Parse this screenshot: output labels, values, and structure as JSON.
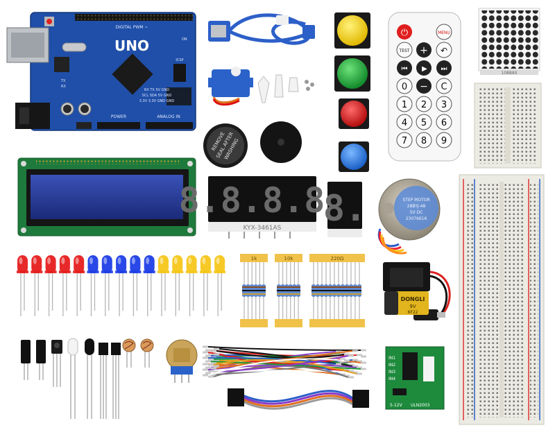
{
  "arduino": {
    "model": "UNO",
    "header_digital": "DIGITAL PWM ~",
    "power_label": "POWER",
    "analog_label": "ANALOG IN",
    "tx_label": "TX",
    "rx_label": "RX",
    "on_label": "ON",
    "pins_row1": "RX TX 5V GND",
    "pins_row2": "SCL SDA 5V GND",
    "pins_row3": "3.3V 3.3V GND GND",
    "chip_label": "ICSP"
  },
  "servo_label": "",
  "buzzer": {
    "sticker_line1": "REMOVE",
    "sticker_line2": "SEAL AFTER",
    "sticker_line3": "WASHING"
  },
  "seven_segment_4": {
    "digits": "8.8.8.8.",
    "part_number": "KYX-3461AS"
  },
  "seven_segment_1": {
    "digit": "8."
  },
  "stepper_motor": {
    "line1": "STEP MOTOR",
    "line2": "28BYJ-48",
    "line3": "5V DC",
    "line4": "23076616"
  },
  "remote": {
    "power_symbol": "⏻",
    "menu_label": "MENU",
    "test_label": "TEST",
    "plus": "+",
    "back_symbol": "↶",
    "rew_symbol": "⏮",
    "play_symbol": "▶",
    "ff_symbol": "⏭",
    "zero": "0",
    "minus": "−",
    "c_label": "C",
    "numbers": [
      "1",
      "2",
      "3",
      "4",
      "5",
      "6",
      "7",
      "8",
      "9"
    ]
  },
  "dot_matrix_label": "1088AS",
  "resistor_tape_labels": [
    "1k",
    "10k",
    "220Ω"
  ],
  "battery": {
    "brand": "DONGLI",
    "voltage": "9V",
    "type": "6F22"
  },
  "driver_board": {
    "inputs": [
      "IN1",
      "IN2",
      "IN3",
      "IN4"
    ],
    "power": "5-12V",
    "model": "ULN2003"
  },
  "colors": {
    "arduino_blue": "#1f4fa8",
    "lcd_green": "#1e7a3c",
    "lcd_screen": "#2a3d8f",
    "segment_red": "#e02020",
    "button_yellow": "#f2d21a",
    "button_green": "#23a83a",
    "button_red": "#d81e1e",
    "button_blue": "#2a7be0",
    "breadboard": "#ecebe3",
    "jumper_blue": "#2d5fc8",
    "led_red": "#e61e1e",
    "led_blue": "#1e3ee6",
    "led_yellow": "#f5c61a"
  }
}
